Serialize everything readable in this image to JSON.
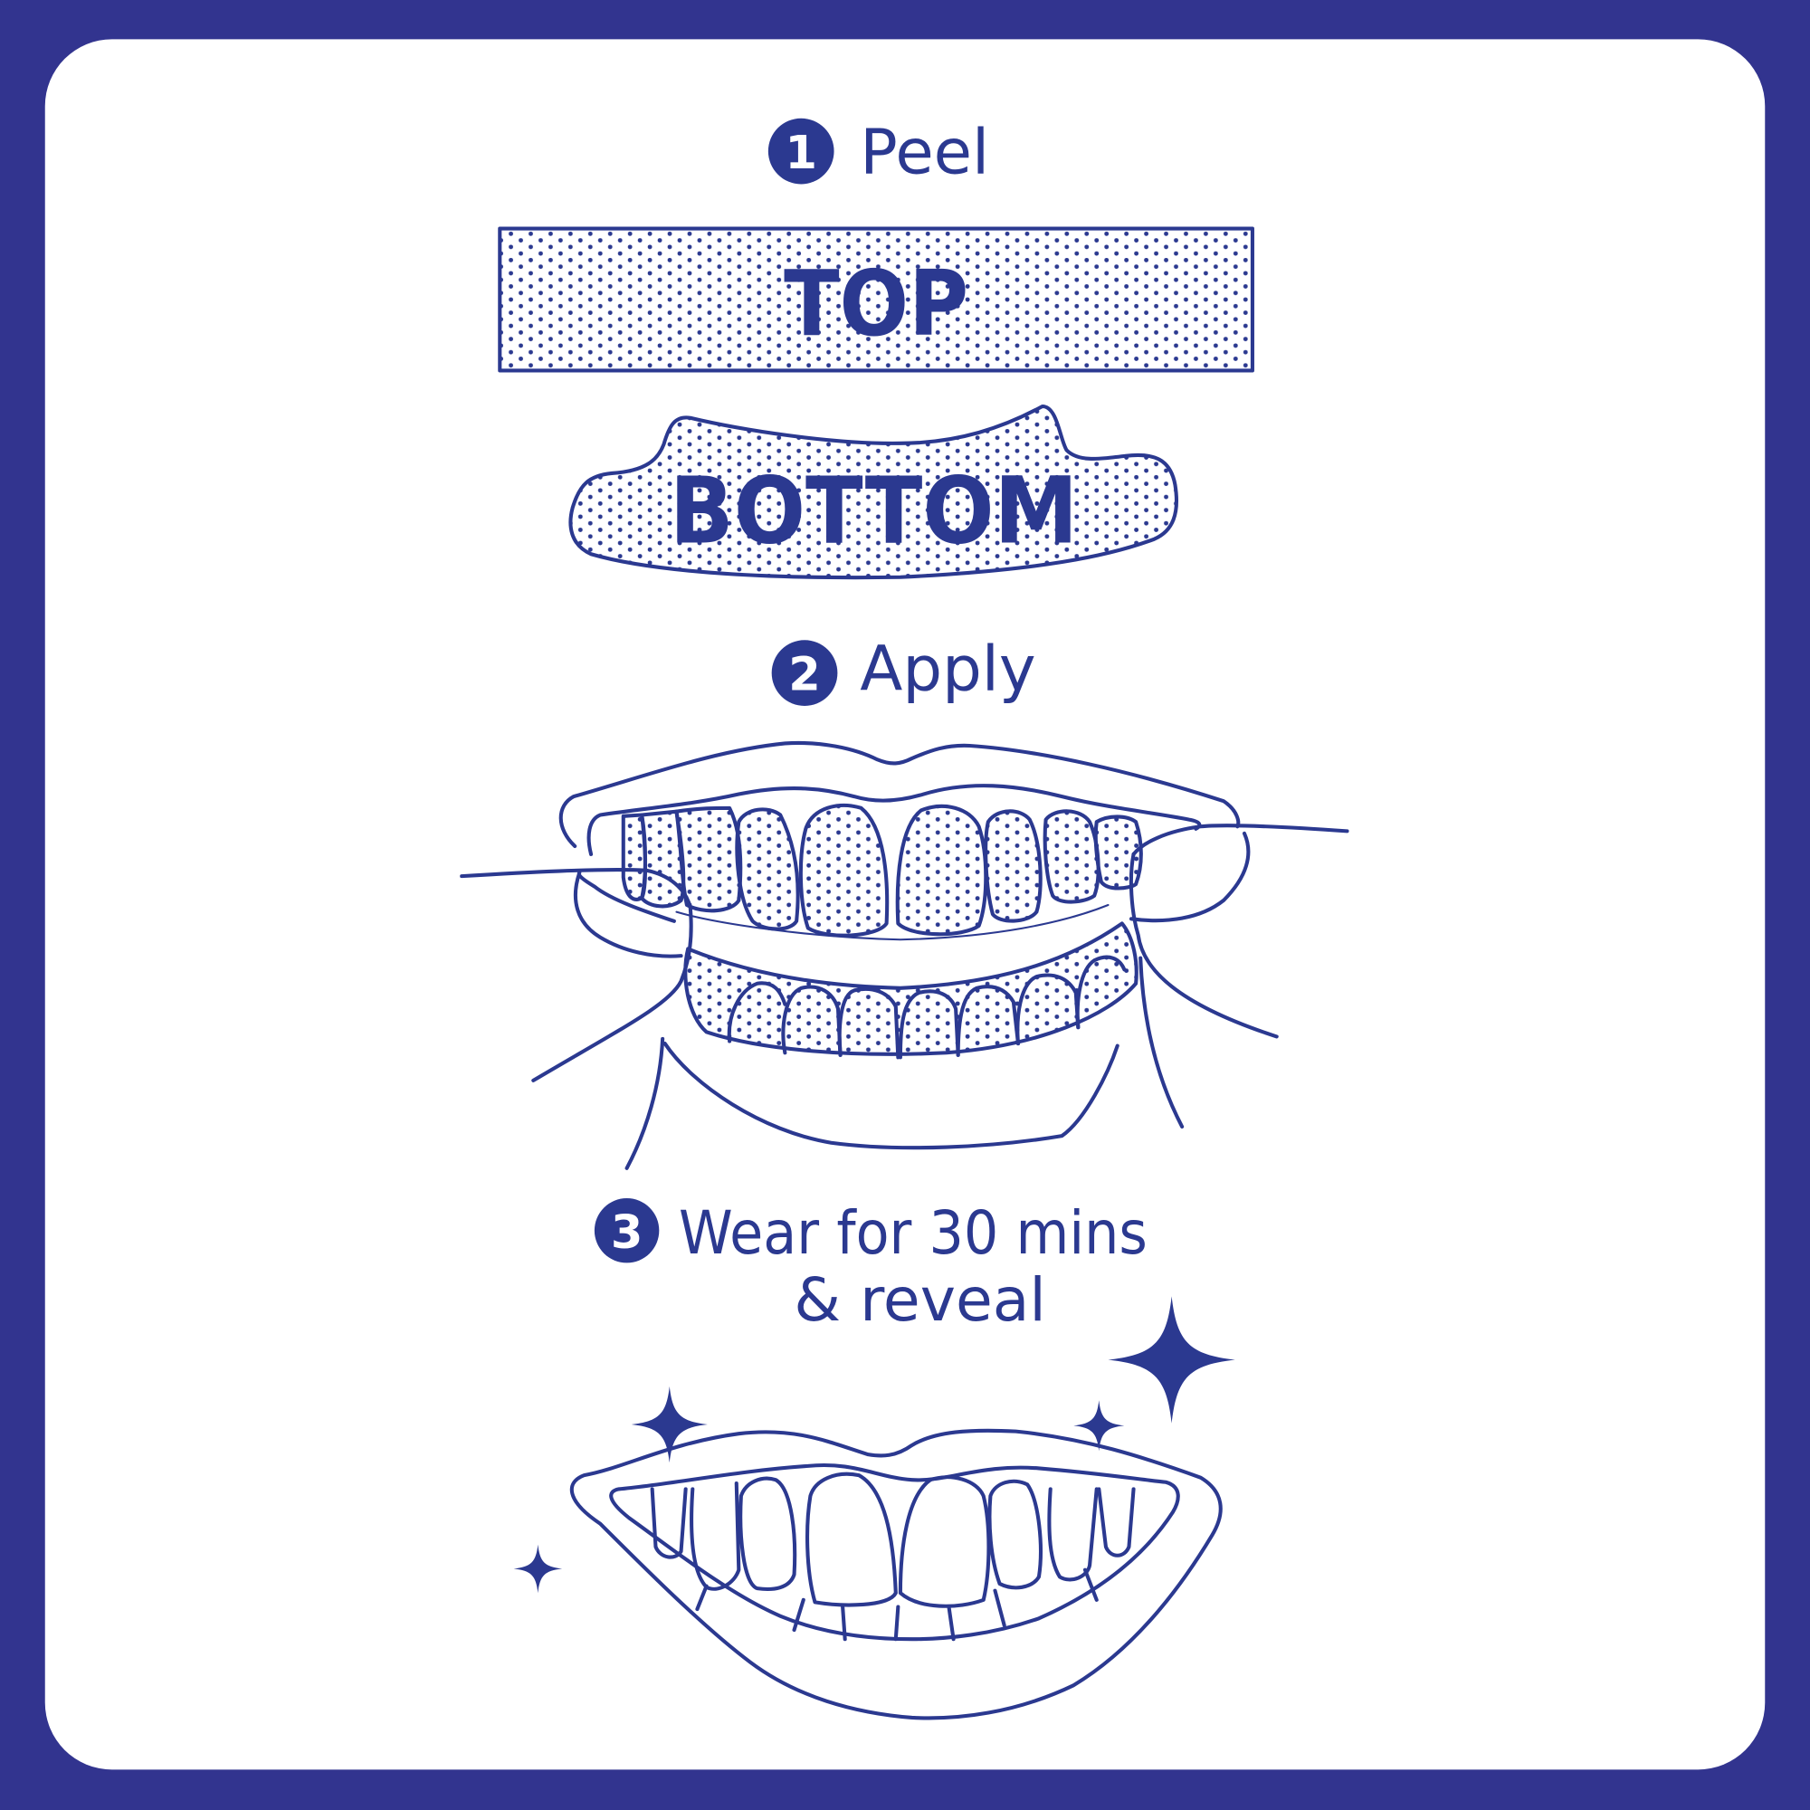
{
  "colors": {
    "frame": "#32348f",
    "card": "#ffffff",
    "ink": "#2b3990"
  },
  "steps": [
    {
      "number": "1",
      "title": "Peel"
    },
    {
      "number": "2",
      "title": "Apply"
    },
    {
      "number": "3",
      "title_line1": "Wear for 30 mins",
      "title_line2": "& reveal"
    }
  ],
  "strips": {
    "top_label": "TOP",
    "bottom_label": "BOTTOM"
  },
  "illustrations": {
    "peel": "whitening-strips-top-bottom",
    "apply": "hands-applying-strips-to-teeth",
    "reveal": "white-smile-with-sparkles"
  },
  "icons": {
    "sparkle": "four-point-star"
  }
}
